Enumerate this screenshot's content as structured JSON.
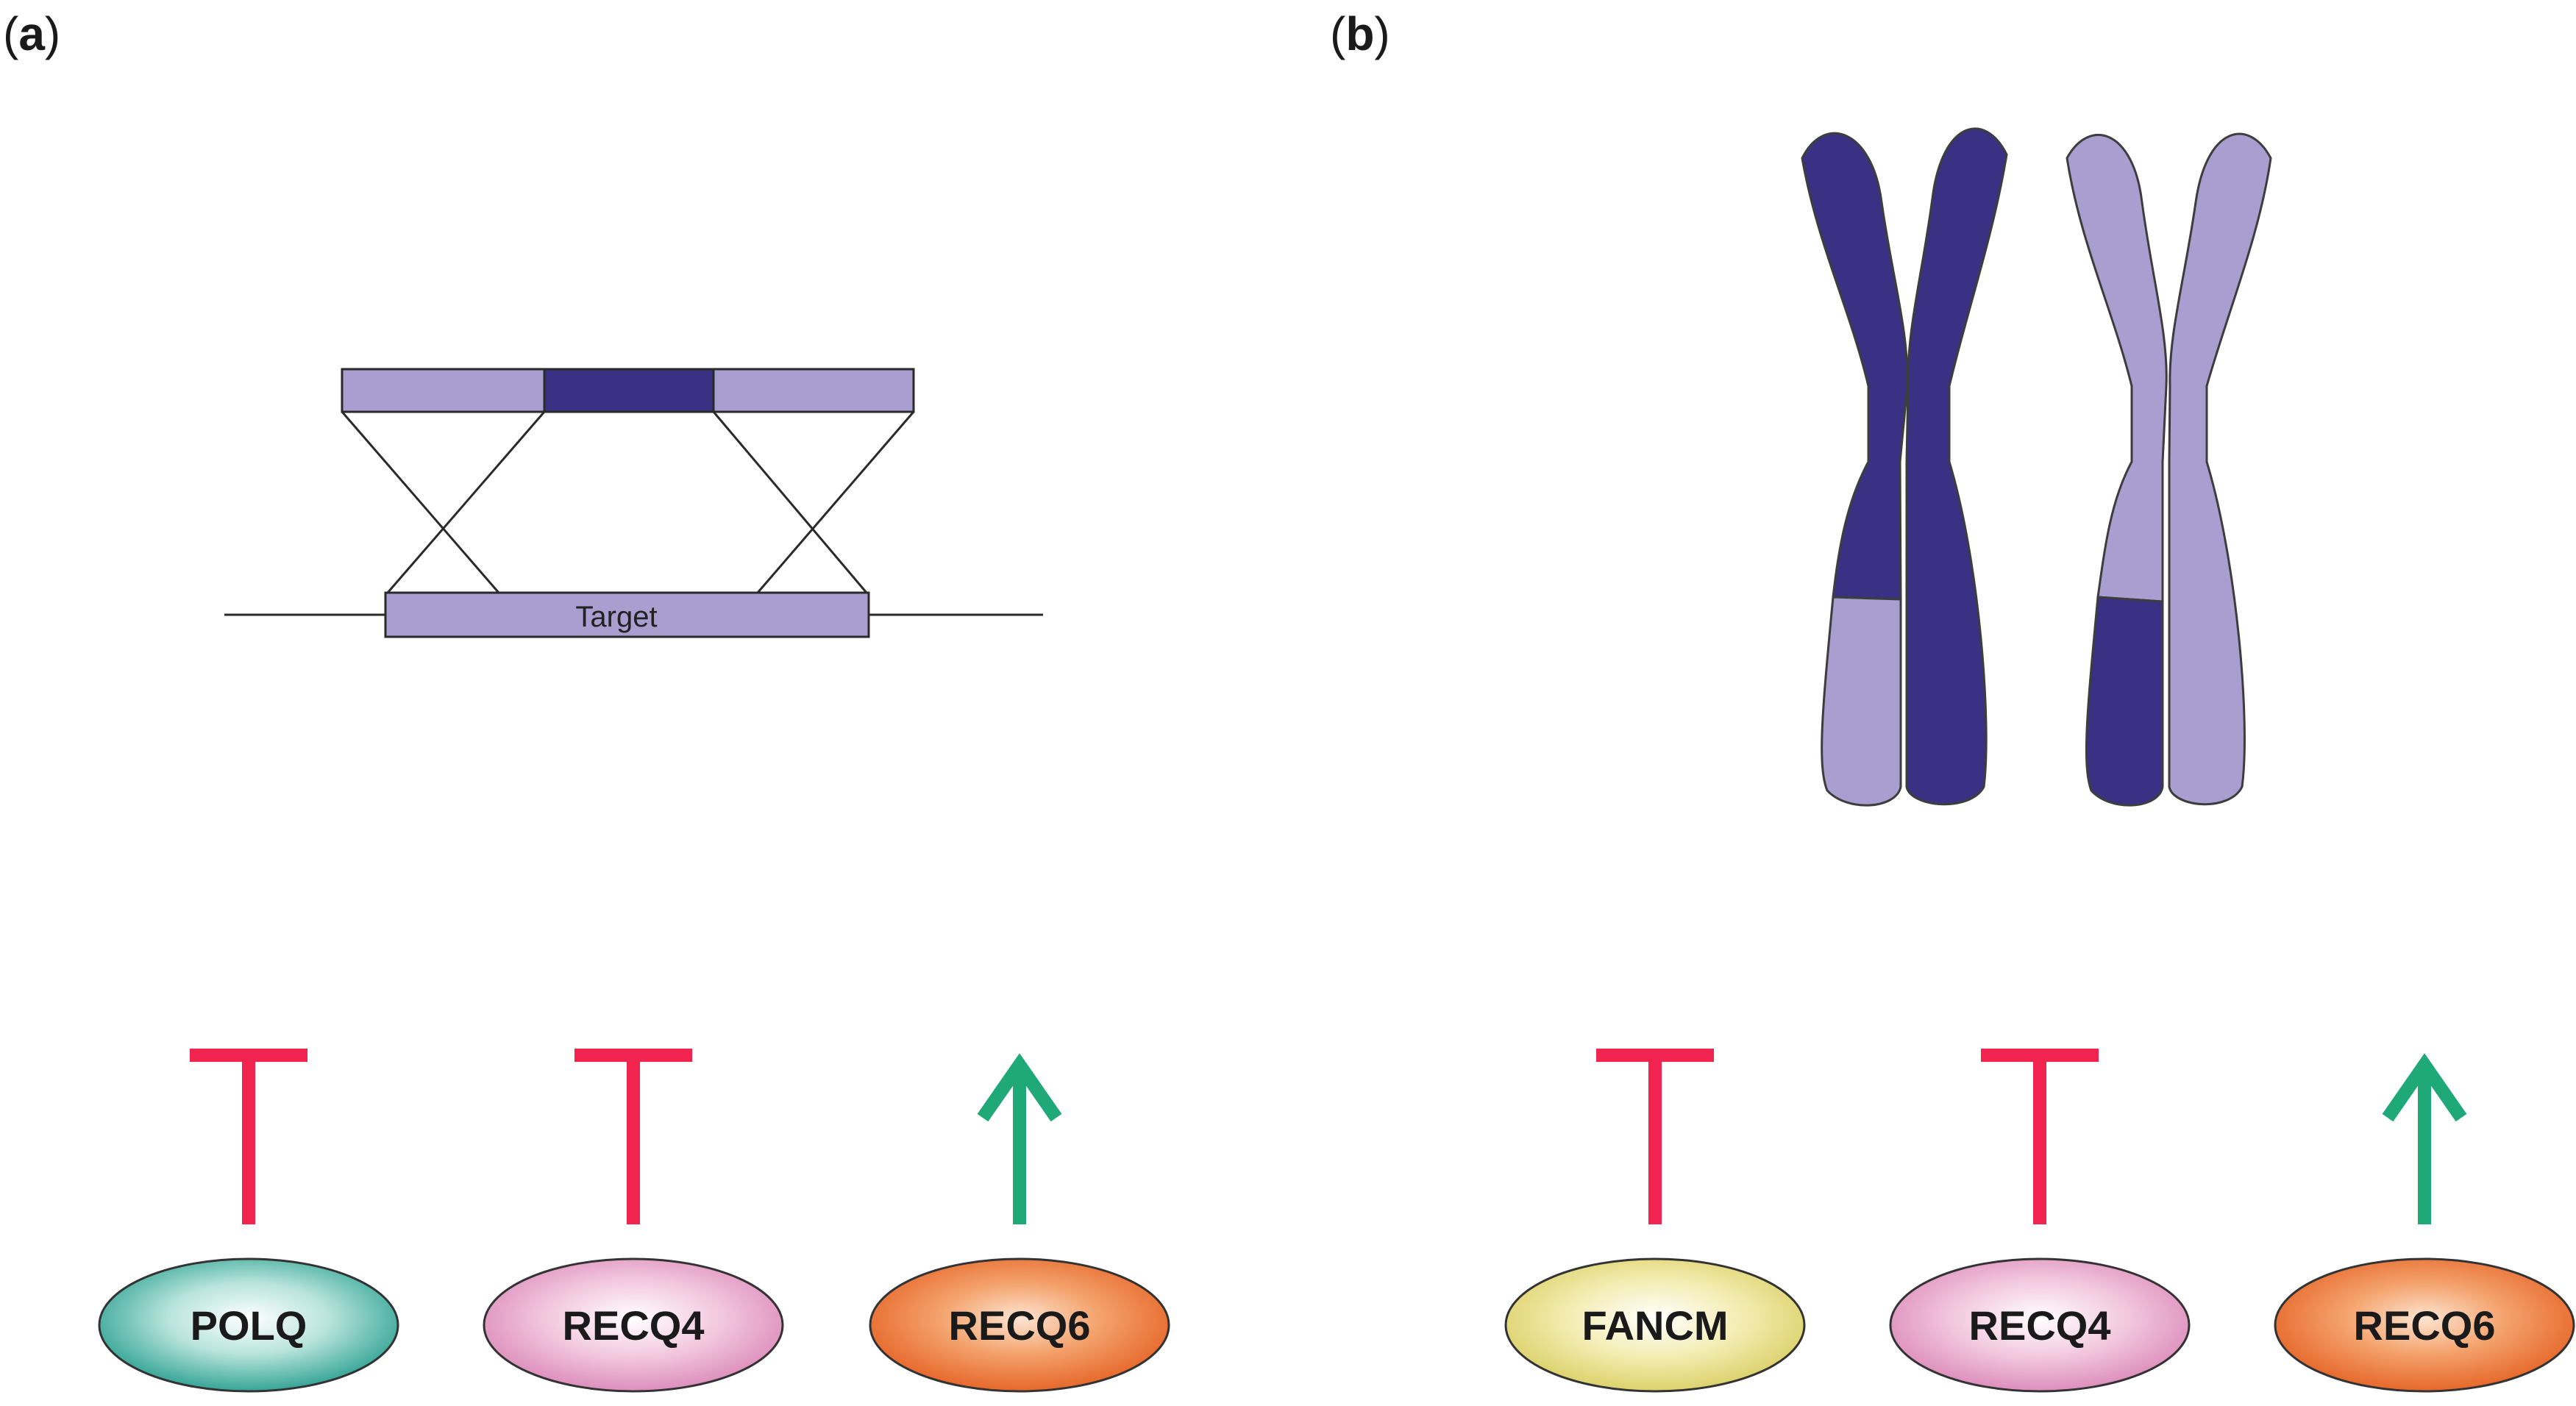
{
  "panels": {
    "a": {
      "open": "(",
      "letter": "a",
      "close": ")"
    },
    "b": {
      "open": "(",
      "letter": "b",
      "close": ")"
    }
  },
  "diagram_a": {
    "target_label": "Target"
  },
  "regulators_a": [
    {
      "gene": "POLQ",
      "effect": "inhibits",
      "style": "teal"
    },
    {
      "gene": "RECQ4",
      "effect": "inhibits",
      "style": "pink"
    },
    {
      "gene": "RECQ6",
      "effect": "promotes",
      "style": "orange"
    }
  ],
  "regulators_b": [
    {
      "gene": "FANCM",
      "effect": "inhibits",
      "style": "yellow"
    },
    {
      "gene": "RECQ4",
      "effect": "inhibits",
      "style": "pink"
    },
    {
      "gene": "RECQ6",
      "effect": "promotes",
      "style": "orange"
    }
  ],
  "colors": {
    "light_purple": "#a89fd0",
    "dark_purple": "#3a3185",
    "inhibit_red": "#f0244f",
    "promote_green": "#1fa878",
    "teal": "#2aa597",
    "pink": "#dc8fbc",
    "orange": "#ea6c2c",
    "yellow": "#dcd06a"
  }
}
